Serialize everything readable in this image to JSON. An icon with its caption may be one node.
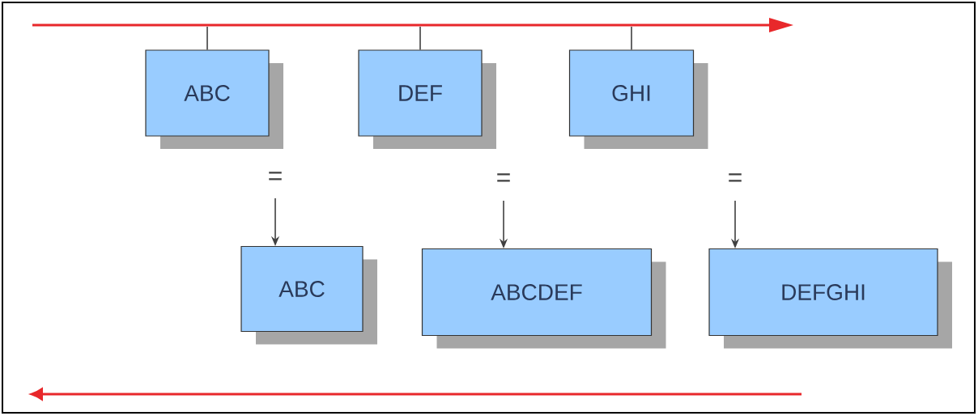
{
  "diagram": {
    "nodes": [
      {
        "text": [],
        "shape": "bar"
      },
      {
        "text": [
          "ABC"
        ]
      },
      {
        "text": [
          "DEF"
        ]
      },
      {
        "text": [
          "GHI"
        ]
      },
      {
        "text": [
          "ABC"
        ]
      },
      {
        "text": [
          "ABCDEF"
        ]
      },
      {
        "text": [
          "DEFGHI"
        ]
      }
    ],
    "edges": [
      {
        "from": 0,
        "to": 1,
        "arrow": "none"
      },
      {
        "from": 0,
        "to": 2,
        "arrow": "none"
      },
      {
        "from": 0,
        "to": 3,
        "arrow": "none"
      },
      {
        "from": null,
        "to": 4,
        "arrow": "to",
        "label": "="
      },
      {
        "from": null,
        "to": 5,
        "arrow": "to",
        "label": "="
      },
      {
        "from": null,
        "to": 6,
        "arrow": "to",
        "label": "="
      }
    ]
  }
}
